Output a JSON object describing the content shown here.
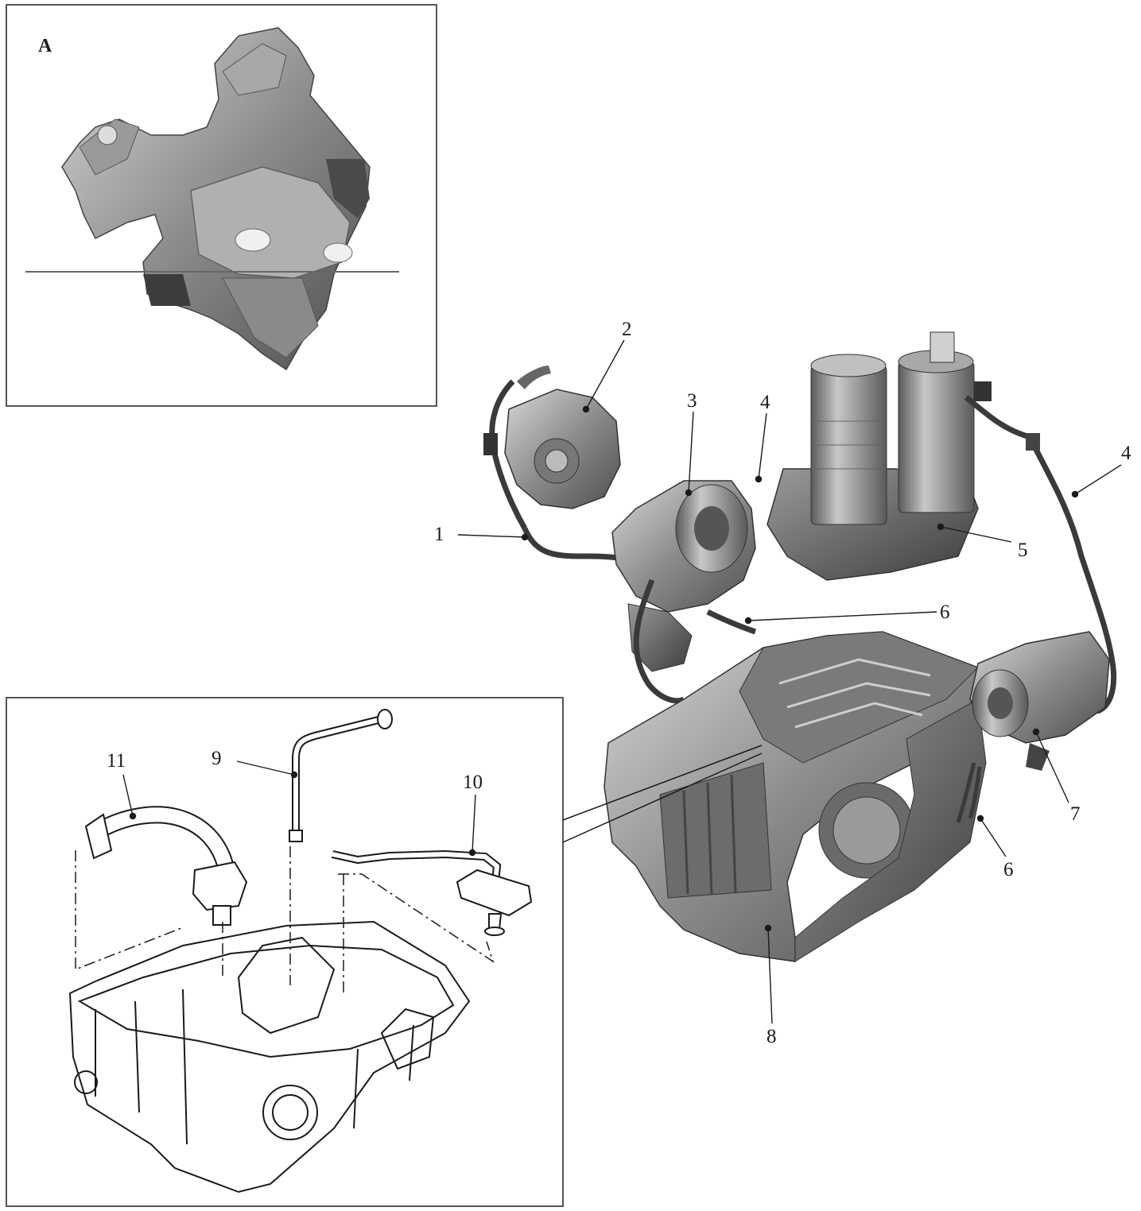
{
  "inset_top": {
    "label": "A"
  },
  "callouts": {
    "c1": "1",
    "c2": "2",
    "c3": "3",
    "c4a": "4",
    "c4b": "4",
    "c5": "5",
    "c6a": "6",
    "c6b": "6",
    "c7": "7",
    "c8": "8",
    "c9": "9",
    "c10": "10",
    "c11": "11"
  },
  "colors": {
    "line": "#1a1a1a",
    "frame": "#555555",
    "metal_dark": "#5a5a5a",
    "metal_mid": "#8a8a8a",
    "metal_light": "#c4c4c4"
  }
}
